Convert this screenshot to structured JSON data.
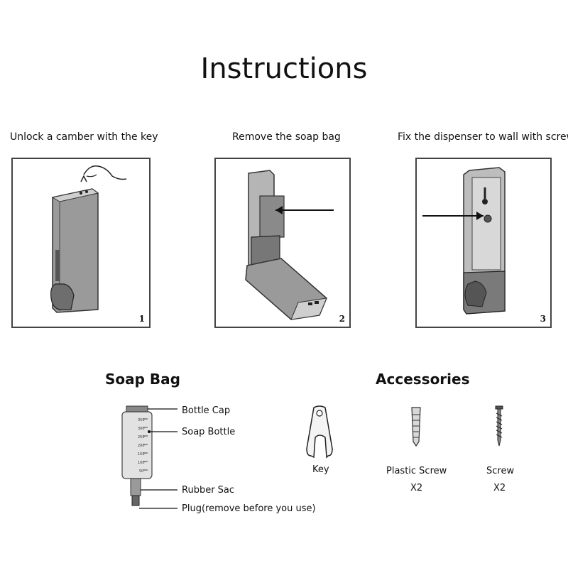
{
  "title": "Instructions",
  "steps": [
    {
      "label": "Unlock a camber with the key",
      "number": "1"
    },
    {
      "label": "Remove the soap bag",
      "number": "2"
    },
    {
      "label": "Fix the dispenser to wall with screws",
      "number": "3"
    }
  ],
  "soap_bag": {
    "heading": "Soap Bag",
    "parts": {
      "bottle_cap": "Bottle Cap",
      "soap_bottle": "Soap Bottle",
      "rubber_sac": "Rubber Sac",
      "plug": "Plug(remove before you use)"
    },
    "scale_marks": [
      "350",
      "300",
      "250",
      "200",
      "150",
      "100",
      "50"
    ]
  },
  "key": {
    "label": "Key"
  },
  "accessories": {
    "heading": "Accessories",
    "items": [
      {
        "label": "Plastic Screw",
        "qty": "X2"
      },
      {
        "label": "Screw",
        "qty": "X2"
      }
    ]
  }
}
